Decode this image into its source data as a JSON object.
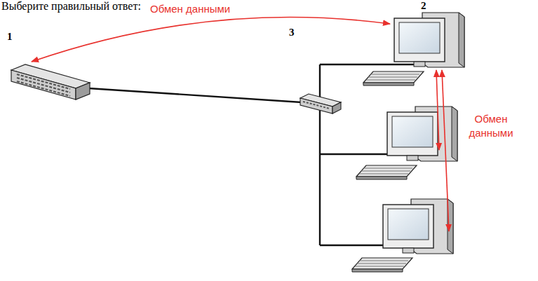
{
  "diagram": {
    "labels": [
      "Выберите правильный ответ:",
      "Обмен данными",
      "1",
      "3",
      "2",
      "Обмен данными"
    ]
  }
}
